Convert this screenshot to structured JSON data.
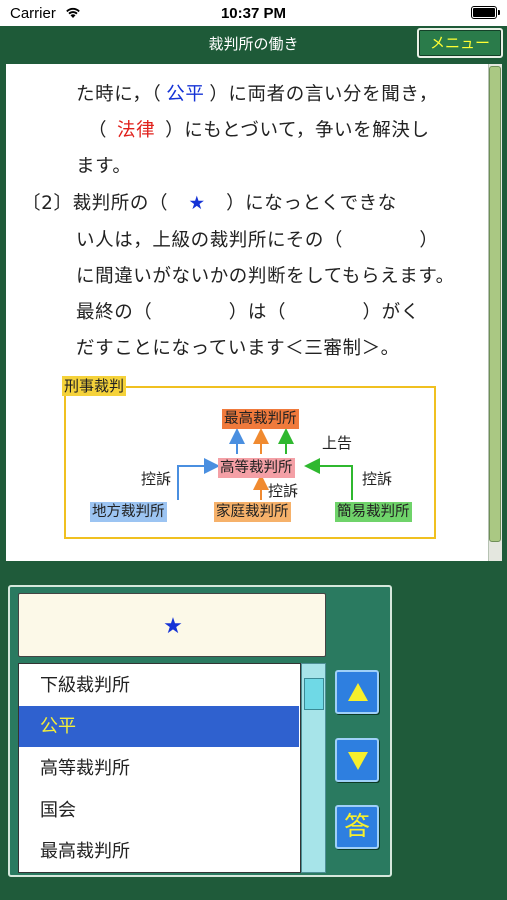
{
  "status_bar": {
    "carrier": "Carrier",
    "time": "10:37 PM"
  },
  "header": {
    "title": "裁判所の働き",
    "menu_label": "メニュー"
  },
  "passage": {
    "lines": [
      {
        "pre": "た時に，（",
        "answer": "公平",
        "post": "）に両者の言い分を聞き，",
        "answer_color": "blue"
      },
      {
        "pre": "（",
        "answer": "法律",
        "post": "）にもとづいて，争いを解決し",
        "answer_color": "red"
      },
      {
        "text": "ます。"
      },
      {
        "pre": "〔2〕裁判所の（",
        "answer": "★",
        "post": "）になっとくできな",
        "answer_color": "blue"
      },
      {
        "text": "い人は，上級の裁判所にその（　　　　）"
      },
      {
        "text": "に間違いがないかの判断をしてもらえます。"
      },
      {
        "text": "最終の（　　　　）は（　　　　）がく"
      },
      {
        "text": "だすことになっています＜三審制＞。"
      }
    ]
  },
  "diagram": {
    "title": "刑事裁判",
    "courts": {
      "supreme": "最高裁判所",
      "high": "高等裁判所",
      "district": "地方裁判所",
      "family": "家庭裁判所",
      "summary": "簡易裁判所"
    },
    "labels": {
      "jokoku": "上告",
      "koso_left": "控訴",
      "koso_mid": "控訴",
      "koso_right": "控訴"
    },
    "arrow_colors": {
      "blue": "#4a8fe0",
      "orange": "#f08a30",
      "green": "#2fb82f"
    }
  },
  "quiz": {
    "selected_answer": "★",
    "options": [
      "下級裁判所",
      "公平",
      "高等裁判所",
      "国会",
      "最高裁判所"
    ],
    "selected_index": 1,
    "answer_button": "答"
  }
}
